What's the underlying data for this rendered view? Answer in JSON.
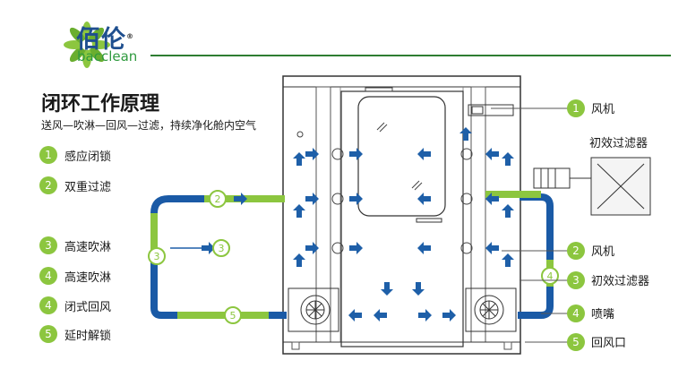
{
  "brand": {
    "name_cn": "佰伦",
    "name_en": "bacclean",
    "registered": "®"
  },
  "title": "闭环工作原理",
  "subtitle": "送风—吹淋—回风—过滤，持续净化舱内空气",
  "left_legend": [
    {
      "num": "1",
      "label": "感应闭锁"
    },
    {
      "num": "2",
      "label": "双重过滤"
    },
    {
      "num": "3",
      "label": "高速吹淋"
    },
    {
      "num": "4",
      "label": "高速吹淋"
    },
    {
      "num": "4",
      "label": "闭式回风"
    },
    {
      "num": "5",
      "label": "延时解锁"
    }
  ],
  "callouts": [
    {
      "num": "1",
      "label": "风机"
    },
    {
      "num": "",
      "label": "初效过滤器"
    },
    {
      "num": "2",
      "label": "风机"
    },
    {
      "num": "3",
      "label": "初效过滤器"
    },
    {
      "num": "4",
      "label": "喷嘴"
    },
    {
      "num": "5",
      "label": "回风口"
    }
  ],
  "loop_markers": [
    "2",
    "3",
    "5",
    "4"
  ],
  "colors": {
    "duct_blue": "#1a5aa6",
    "duct_green": "#8cc63f",
    "arrow_blue": "#1e5fa8",
    "brand_green": "#2e7d32"
  }
}
